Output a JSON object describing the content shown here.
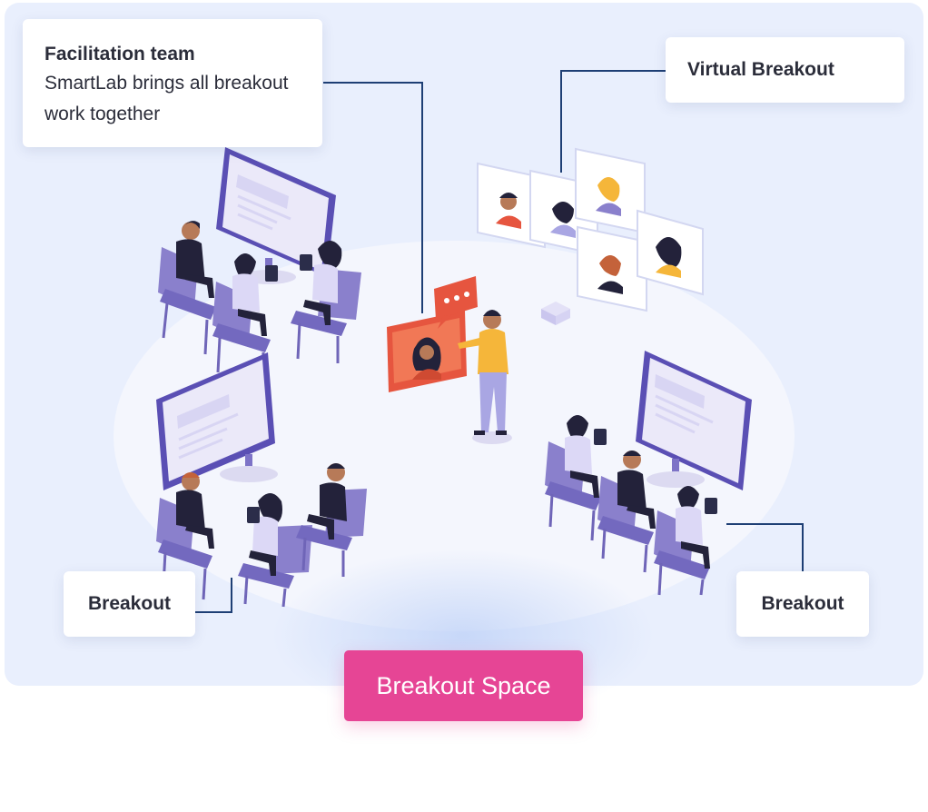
{
  "labels": {
    "facilitation_title": "Facilitation team",
    "facilitation_body": "SmartLab brings all breakout work together",
    "virtual_breakout": "Virtual Breakout",
    "breakout_left": "Breakout",
    "breakout_right": "Breakout",
    "breakout_space_button": "Breakout Space"
  },
  "colors": {
    "panel_background": "#e9effd",
    "floor": "#f4f6fd",
    "chair": "#8a80cc",
    "screen_frame": "#5a4fb4",
    "screen_fill": "#ebe9f9",
    "connector": "#1e3f75",
    "button": "#e64595",
    "presenter_shirt": "#f5b63a",
    "video_frame": "#e6553f"
  },
  "icons": [
    "speech-bubble-icon",
    "video-call-icon"
  ]
}
